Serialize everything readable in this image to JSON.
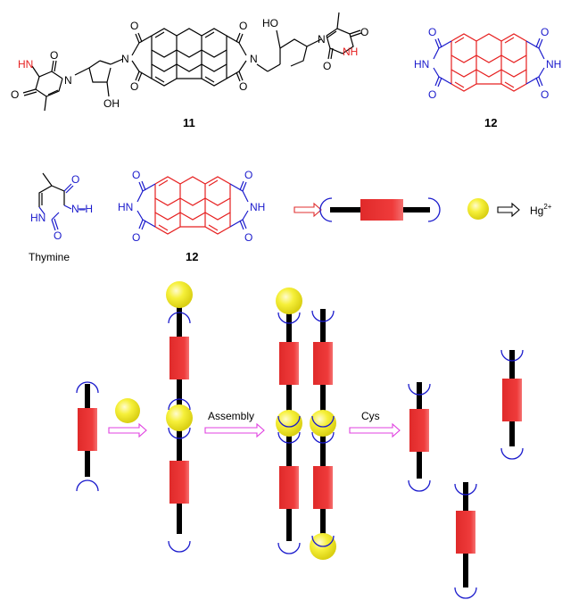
{
  "compound_11": {
    "label": "11",
    "atoms": {
      "o1": "O",
      "o2": "O",
      "o3": "O",
      "o4": "O",
      "o5": "O",
      "o6": "O",
      "o7": "O",
      "o8": "O",
      "n_imide_left": "N",
      "n_imide_right": "N",
      "n_ring_left": "N",
      "n_ring_right": "N",
      "hn_left": "HN",
      "nh_right": "NH",
      "oh_left": "OH",
      "ho_right": "HO"
    }
  },
  "compound_12_top": {
    "label": "12",
    "atoms": {
      "o1": "O",
      "o2": "O",
      "o3": "O",
      "o4": "O",
      "hn": "HN",
      "nh": "NH"
    }
  },
  "thymine": {
    "label": "Thymine",
    "atoms": {
      "o_top": "O",
      "o_bottom": "O",
      "hn": "HN",
      "n_h": "N–H"
    }
  },
  "compound_12_mid": {
    "label": "12",
    "atoms": {
      "o1": "O",
      "o2": "O",
      "o3": "O",
      "o4": "O",
      "hn": "HN",
      "nh": "NH"
    }
  },
  "legend": {
    "hg_label": "Hg",
    "hg_charge": "2+"
  },
  "steps": {
    "assembly": "Assembly",
    "cys": "Cys"
  },
  "colors": {
    "red": "#e62020",
    "blue": "#1a1acc",
    "rod": "#000000",
    "block": "#e53131",
    "ball_fill": "#f3ef2a",
    "ball_edge": "#c9c014",
    "arrow_pink": "#e040e0",
    "arrow_red": "#e03030",
    "bond": "#000000"
  }
}
